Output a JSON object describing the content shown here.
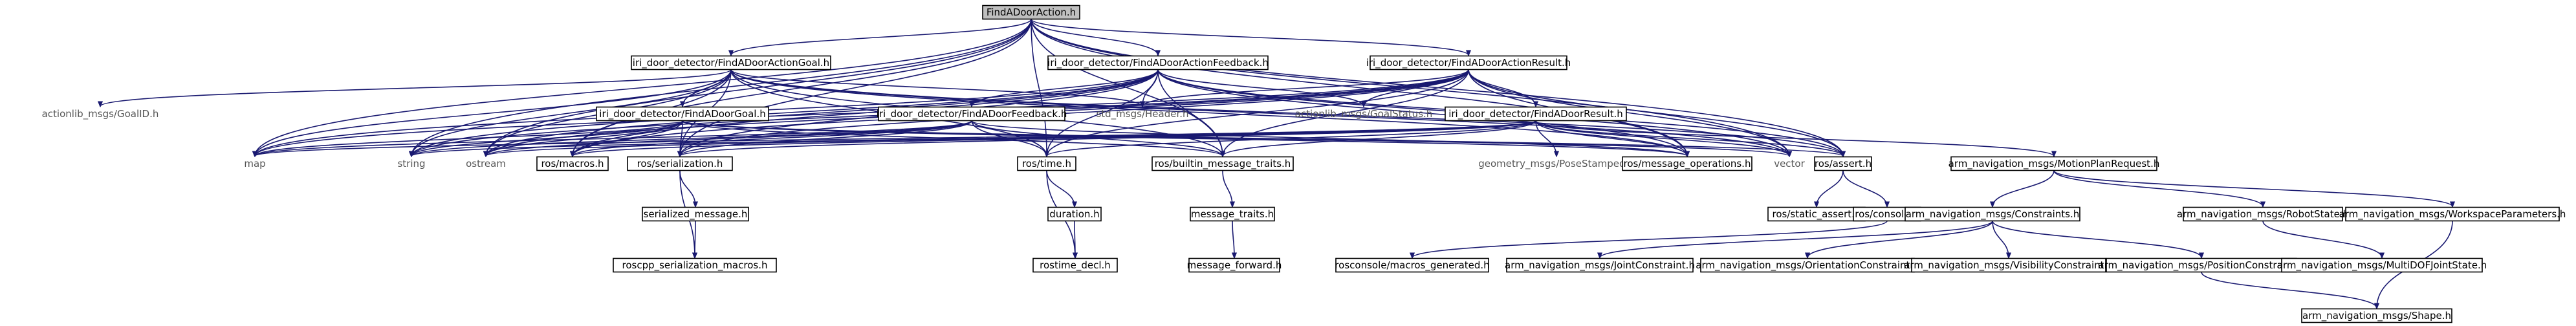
{
  "diagram": {
    "type": "include-dependency-graph",
    "colors": {
      "edge": "#191970",
      "root_fill": "#bfbfbf",
      "node_fill": "#ffffff",
      "node_border": "#000000"
    },
    "nodes": [
      {
        "id": "root",
        "label": "FindADoorAction.h",
        "kind": "root"
      },
      {
        "id": "goal",
        "label": "iri_door_detector/FindADoorActionGoal.h",
        "kind": "box"
      },
      {
        "id": "afb",
        "label": "iri_door_detector/FindADoorActionFeedback.h",
        "kind": "box"
      },
      {
        "id": "ares",
        "label": "iri_door_detector/FindADoorActionResult.h",
        "kind": "box"
      },
      {
        "id": "goalid",
        "label": "actionlib_msgs/GoalID.h",
        "kind": "plain"
      },
      {
        "id": "fdg",
        "label": "iri_door_detector/FindADoorGoal.h",
        "kind": "box"
      },
      {
        "id": "hdr",
        "label": "std_msgs/Header.h",
        "kind": "plain"
      },
      {
        "id": "gstat",
        "label": "actionlib_msgs/GoalStatus.h",
        "kind": "plain"
      },
      {
        "id": "fdfb",
        "label": "iri_door_detector/FindADoorFeedback.h",
        "kind": "box"
      },
      {
        "id": "fdres",
        "label": "iri_door_detector/FindADoorResult.h",
        "kind": "box"
      },
      {
        "id": "map",
        "label": "map",
        "kind": "plain"
      },
      {
        "id": "string",
        "label": "string",
        "kind": "plain"
      },
      {
        "id": "ostream",
        "label": "ostream",
        "kind": "plain"
      },
      {
        "id": "macros",
        "label": "ros/macros.h",
        "kind": "box"
      },
      {
        "id": "ser",
        "label": "ros/serialization.h",
        "kind": "box"
      },
      {
        "id": "rtime",
        "label": "ros/time.h",
        "kind": "box"
      },
      {
        "id": "bmt",
        "label": "ros/builtin_message_traits.h",
        "kind": "box"
      },
      {
        "id": "pose",
        "label": "geometry_msgs/PoseStamped.h",
        "kind": "plain"
      },
      {
        "id": "mops",
        "label": "ros/message_operations.h",
        "kind": "box"
      },
      {
        "id": "vector",
        "label": "vector",
        "kind": "plain"
      },
      {
        "id": "rassert",
        "label": "ros/assert.h",
        "kind": "box"
      },
      {
        "id": "mpr",
        "label": "arm_navigation_msgs/MotionPlanRequest.h",
        "kind": "box"
      },
      {
        "id": "sermsg",
        "label": "serialized_message.h",
        "kind": "box"
      },
      {
        "id": "duration",
        "label": "duration.h",
        "kind": "box"
      },
      {
        "id": "mtraits",
        "label": "message_traits.h",
        "kind": "box"
      },
      {
        "id": "sassert",
        "label": "ros/static_assert.h",
        "kind": "box"
      },
      {
        "id": "rconsole",
        "label": "ros/console.h",
        "kind": "box"
      },
      {
        "id": "cons",
        "label": "arm_navigation_msgs/Constraints.h",
        "kind": "box"
      },
      {
        "id": "rstate",
        "label": "arm_navigation_msgs/RobotState.h",
        "kind": "box"
      },
      {
        "id": "wsp",
        "label": "arm_navigation_msgs/WorkspaceParameters.h",
        "kind": "box"
      },
      {
        "id": "rsm",
        "label": "roscpp_serialization_macros.h",
        "kind": "box"
      },
      {
        "id": "rtd",
        "label": "rostime_decl.h",
        "kind": "box"
      },
      {
        "id": "mfwd",
        "label": "message_forward.h",
        "kind": "box"
      },
      {
        "id": "rcmg",
        "label": "rosconsole/macros_generated.h",
        "kind": "box"
      },
      {
        "id": "jc",
        "label": "arm_navigation_msgs/JointConstraint.h",
        "kind": "box"
      },
      {
        "id": "oc",
        "label": "arm_navigation_msgs/OrientationConstraint.h",
        "kind": "box"
      },
      {
        "id": "vc",
        "label": "arm_navigation_msgs/VisibilityConstraint.h",
        "kind": "box"
      },
      {
        "id": "pc",
        "label": "arm_navigation_msgs/PositionConstraint.h",
        "kind": "box"
      },
      {
        "id": "mdof",
        "label": "arm_navigation_msgs/MultiDOFJointState.h",
        "kind": "box"
      },
      {
        "id": "shape",
        "label": "arm_navigation_msgs/Shape.h",
        "kind": "box"
      }
    ]
  }
}
